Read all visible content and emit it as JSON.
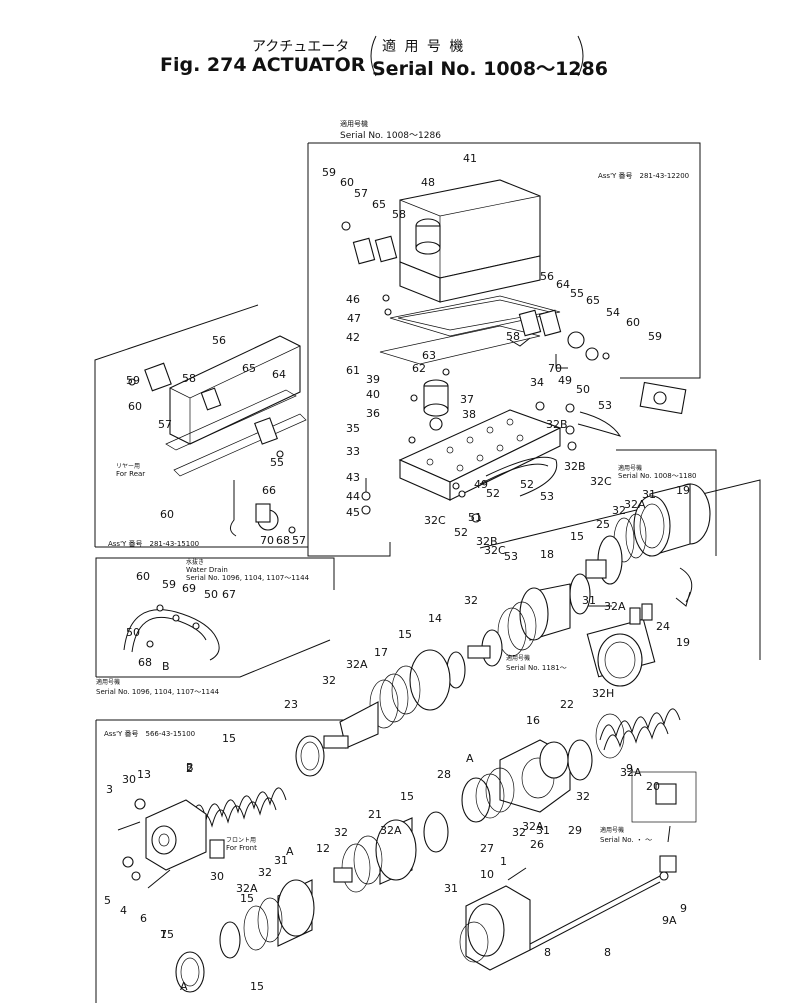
{
  "header": {
    "title_jp": "アクチュエータ",
    "fig_label": "Fig. 274",
    "title_en": "ACTUATOR",
    "serial_jp": "適 用 号 機",
    "serial_en": "Serial No. 1008～1286"
  },
  "notes": {
    "top_serial_jp": "適用号機",
    "top_serial_en": "Serial No. 1008～1286",
    "assy_top": "Ass'Y 番号　281-43-12200",
    "assy_left": "Ass'Y 番号　281-43-15100",
    "assy_bottom": "Ass'Y 番号　566-43-15100",
    "for_rear_jp": "リヤー用",
    "for_rear_en": "For Rear",
    "water_drain_jp": "水抜き",
    "water_drain_en": "Water Drain",
    "water_serial": "Serial No. 1096, 1104, 1107～1144",
    "lower_serial_jp": "適用号機",
    "lower_serial": "Serial No. 1096, 1104, 1107～1144",
    "right_serial_jp": "適用号機",
    "right_serial": "Serial No. 1008～1180",
    "mid_serial_jp": "適用号機",
    "mid_serial": "Serial No. 1181～",
    "bottom_right_serial_jp": "適用号機",
    "bottom_right_serial": "Serial No. ・ ～",
    "for_front_jp": "フロント用",
    "for_front_en": "For Front"
  },
  "callouts": [
    "59",
    "60",
    "57",
    "48",
    "41",
    "65",
    "58",
    "46",
    "47",
    "42",
    "56",
    "64",
    "55",
    "65",
    "54",
    "60",
    "59",
    "58",
    "70",
    "61",
    "63",
    "62",
    "39",
    "40",
    "36",
    "37",
    "38",
    "34",
    "49",
    "50",
    "53",
    "35",
    "33",
    "43",
    "44",
    "45",
    "32B",
    "32C",
    "49",
    "52",
    "52",
    "53",
    "51",
    "52",
    "32B",
    "32C",
    "53",
    "18",
    "15",
    "25",
    "32",
    "32A",
    "31",
    "19",
    "32A",
    "31",
    "32",
    "24",
    "32H",
    "19",
    "14",
    "15",
    "17",
    "32A",
    "32",
    "23",
    "16",
    "22",
    "15",
    "13",
    "30",
    "3",
    "2",
    "A",
    "28",
    "15",
    "21",
    "32A",
    "32",
    "27",
    "32",
    "32A",
    "31",
    "29",
    "32",
    "32A",
    "9",
    "20",
    "31",
    "32",
    "32A",
    "15",
    "12",
    "1",
    "26",
    "31",
    "10",
    "9",
    "9A",
    "8",
    "8",
    "5",
    "4",
    "6",
    "7",
    "30",
    "15",
    "58",
    "56",
    "59",
    "60",
    "57",
    "65",
    "64",
    "55",
    "60",
    "66",
    "70",
    "68",
    "57",
    "60",
    "59",
    "69",
    "50",
    "67",
    "50",
    "68",
    "B",
    "32B",
    "32C",
    "B",
    "A",
    "A",
    "15"
  ]
}
